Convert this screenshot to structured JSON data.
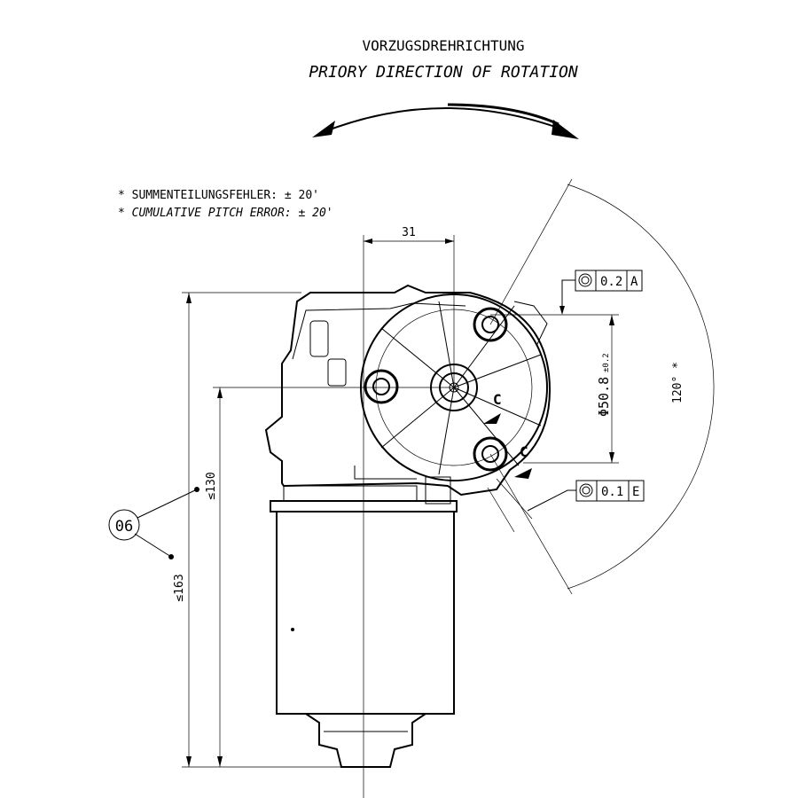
{
  "title": {
    "german": "VORZUGSDREHRICHTUNG",
    "english": "PRIORY DIRECTION OF ROTATION"
  },
  "notes": {
    "german": "* SUMMENTEILUNGSFEHLER: ± 20'",
    "english": "* CUMULATIVE PITCH ERROR: ± 20'"
  },
  "dimensions": {
    "offset": "31",
    "diameter": "Φ50.8",
    "diameter_tol": "±0.2",
    "angle": "120° *",
    "height_total": "≤163",
    "height_shaft": "≤130"
  },
  "tolerance_frames": [
    {
      "symbol": "concentricity",
      "value": "0.2",
      "datum": "A"
    },
    {
      "symbol": "concentricity",
      "value": "0.1",
      "datum": "E"
    }
  ],
  "section_labels": [
    "C",
    "C"
  ],
  "balloon": "06"
}
